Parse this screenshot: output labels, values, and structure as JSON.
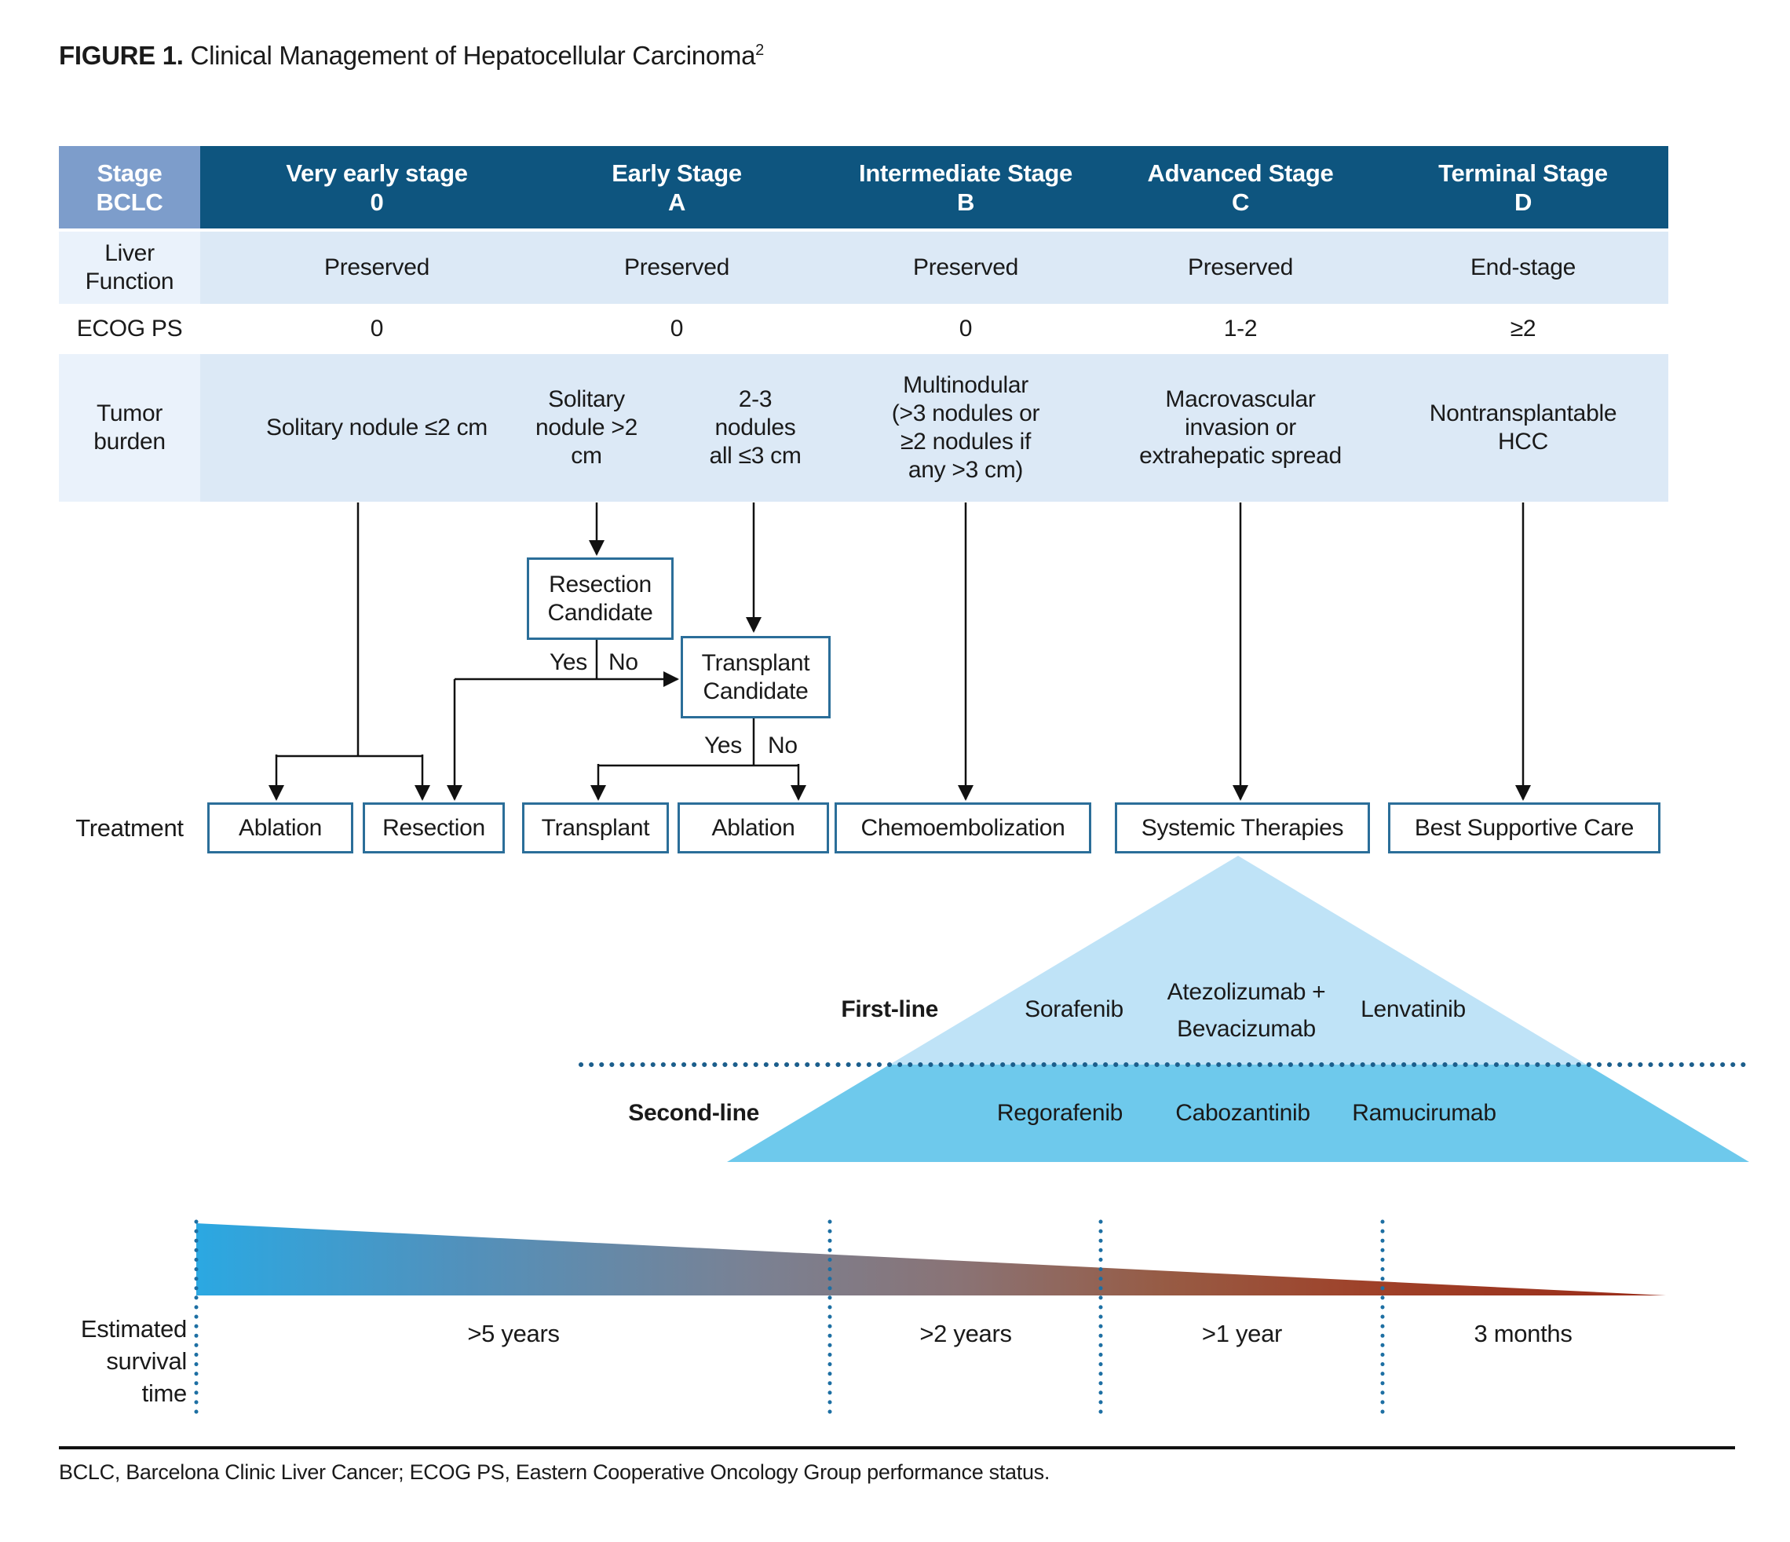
{
  "title": {
    "prefix": "FIGURE 1.",
    "text": " Clinical Management of Hepatocellular Carcinoma",
    "sup": "2"
  },
  "table": {
    "corner": "Stage BCLC",
    "stages": [
      {
        "name": "Very early stage",
        "letter": "0"
      },
      {
        "name": "Early Stage",
        "letter": "A"
      },
      {
        "name": "Intermediate Stage",
        "letter": "B"
      },
      {
        "name": "Advanced Stage",
        "letter": "C"
      },
      {
        "name": "Terminal Stage",
        "letter": "D"
      }
    ],
    "liver_function": {
      "label": "Liver Function",
      "values": [
        "Preserved",
        "Preserved",
        "Preserved",
        "Preserved",
        "End-stage"
      ]
    },
    "ecog": {
      "label": "ECOG PS",
      "values": [
        "0",
        "0",
        "0",
        "1-2",
        "≥2"
      ]
    },
    "tumor_burden": {
      "label": "Tumor burden",
      "values": [
        "Solitary nodule ≤2 cm",
        "Solitary nodule >2 cm",
        "2-3 nodules all ≤3 cm",
        "Multinodular (>3 nodules or ≥2 nodules if any >3 cm)",
        "Macrovascular invasion or extrahepatic spread",
        "Nontransplantable HCC"
      ]
    }
  },
  "flowchart": {
    "resection_candidate": "Resection Candidate",
    "transplant_candidate": "Transplant Candidate",
    "yes": "Yes",
    "no": "No"
  },
  "treatment": {
    "label": "Treatment",
    "boxes": [
      "Ablation",
      "Resection",
      "Transplant",
      "Ablation",
      "Chemoembolization",
      "Systemic Therapies",
      "Best Supportive Care"
    ]
  },
  "systemic_pyramid": {
    "first_line": {
      "label": "First-line",
      "drugs": [
        "Sorafenib",
        "Atezolizumab + Bevacizumab",
        "Lenvatinib"
      ]
    },
    "second_line": {
      "label": "Second-line",
      "drugs": [
        "Regorafenib",
        "Cabozantinib",
        "Ramucirumab"
      ]
    }
  },
  "survival": {
    "label": "Estimated survival time",
    "segments": [
      ">5 years",
      ">2 years",
      ">1 year",
      "3 months"
    ]
  },
  "footnote": "BCLC, Barcelona Clinic Liver Cancer; ECOG PS, Eastern Cooperative Oncology Group performance status.",
  "colors": {
    "header_blue": "#0E557F",
    "corner_blue": "#7D9DCB",
    "row_light_blue": "#DCE9F6",
    "label_tint": "#EAF2FB",
    "box_border": "#2B6E99",
    "pyramid_light": "#BFE3F7",
    "pyramid_dark": "#6EC9EC",
    "dotted_line": "#1B5E8C",
    "survival_gradient_start": "#2BA8E2",
    "survival_gradient_end": "#9A2B18"
  }
}
